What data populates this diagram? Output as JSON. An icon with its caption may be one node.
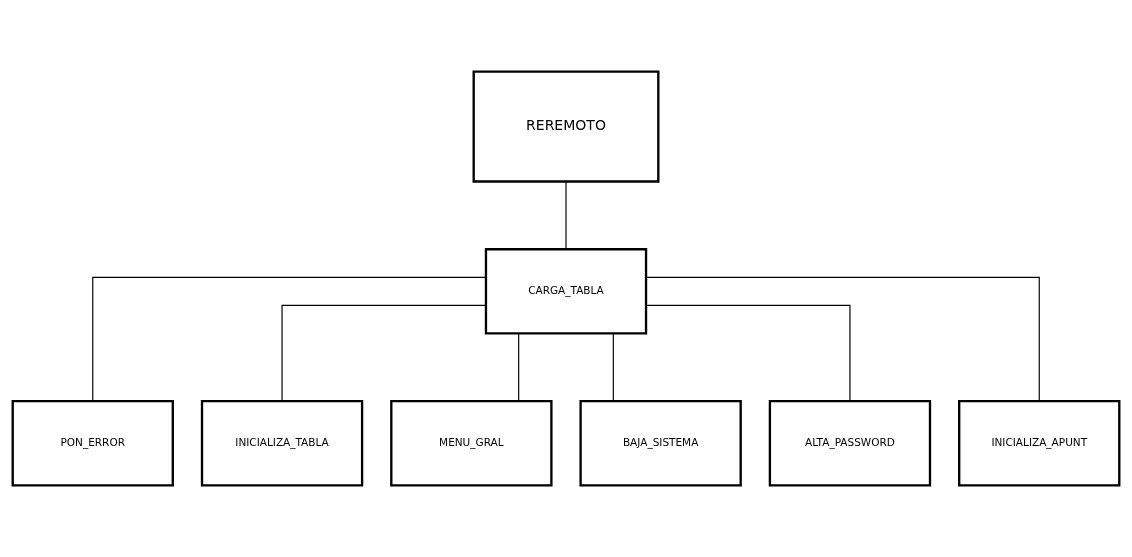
{
  "diagram": {
    "nodes": [
      {
        "text": [
          "REREMOTO"
        ]
      },
      {
        "text": [
          "CARGA_TABLA"
        ]
      },
      {
        "text": [
          "PON_ERROR"
        ]
      },
      {
        "text": [
          "INICIALIZA_TABLA"
        ]
      },
      {
        "text": [
          "MENU_GRAL"
        ]
      },
      {
        "text": [
          "BAJA_SISTEMA"
        ]
      },
      {
        "text": [
          "ALTA_PASSWORD"
        ]
      },
      {
        "text": [
          "INICIALIZA_APUNT"
        ]
      }
    ],
    "edges": [
      {
        "from": 0,
        "to": 1,
        "arrow": "none"
      },
      {
        "from": 1,
        "to": 2,
        "arrow": "none"
      },
      {
        "from": 1,
        "to": 3,
        "arrow": "none"
      },
      {
        "from": 1,
        "to": 4,
        "arrow": "none"
      },
      {
        "from": 1,
        "to": 5,
        "arrow": "none"
      },
      {
        "from": 1,
        "to": 6,
        "arrow": "none"
      },
      {
        "from": 1,
        "to": 7,
        "arrow": "none"
      }
    ]
  }
}
